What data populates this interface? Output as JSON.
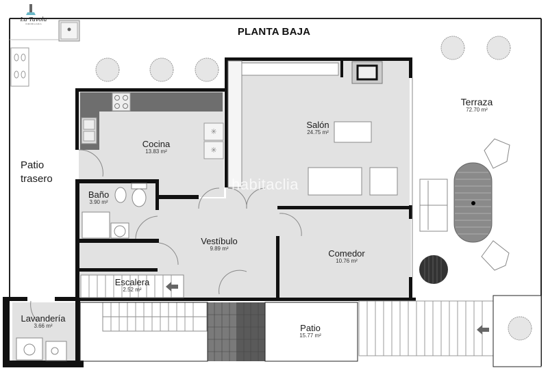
{
  "plan": {
    "title": "PLANTA BAJA",
    "watermark": "habitaclia",
    "logo": {
      "brand": "La Tavola",
      "tagline": "INMOBILIARIA"
    }
  },
  "rooms": {
    "patio_trasero": {
      "name": "Patio trasero",
      "line1": "Patio",
      "line2": "trasero"
    },
    "cocina": {
      "name": "Cocina",
      "area": "13.83 m²"
    },
    "salon": {
      "name": "Salón",
      "area": "24.75 m²"
    },
    "terraza": {
      "name": "Terraza",
      "area": "72.70 m²"
    },
    "bano": {
      "name": "Baño",
      "area": "3.90 m²"
    },
    "vestibulo": {
      "name": "Vestíbulo",
      "area": "9.89 m²"
    },
    "comedor": {
      "name": "Comedor",
      "area": "10.76 m²"
    },
    "escalera": {
      "name": "Escalera",
      "area": "2.52 m²"
    },
    "lavanderia": {
      "name": "Lavandería",
      "area": "3.66 m²"
    },
    "patio": {
      "name": "Patio",
      "area": "15.77 m²"
    }
  },
  "colors": {
    "wall": "#111111",
    "floor": "#e2e2e2",
    "counter": "#6e6e6e",
    "tile_dark": "#5a5a5a",
    "tree": "#e6e6e6",
    "table": "#8a8a8a"
  }
}
